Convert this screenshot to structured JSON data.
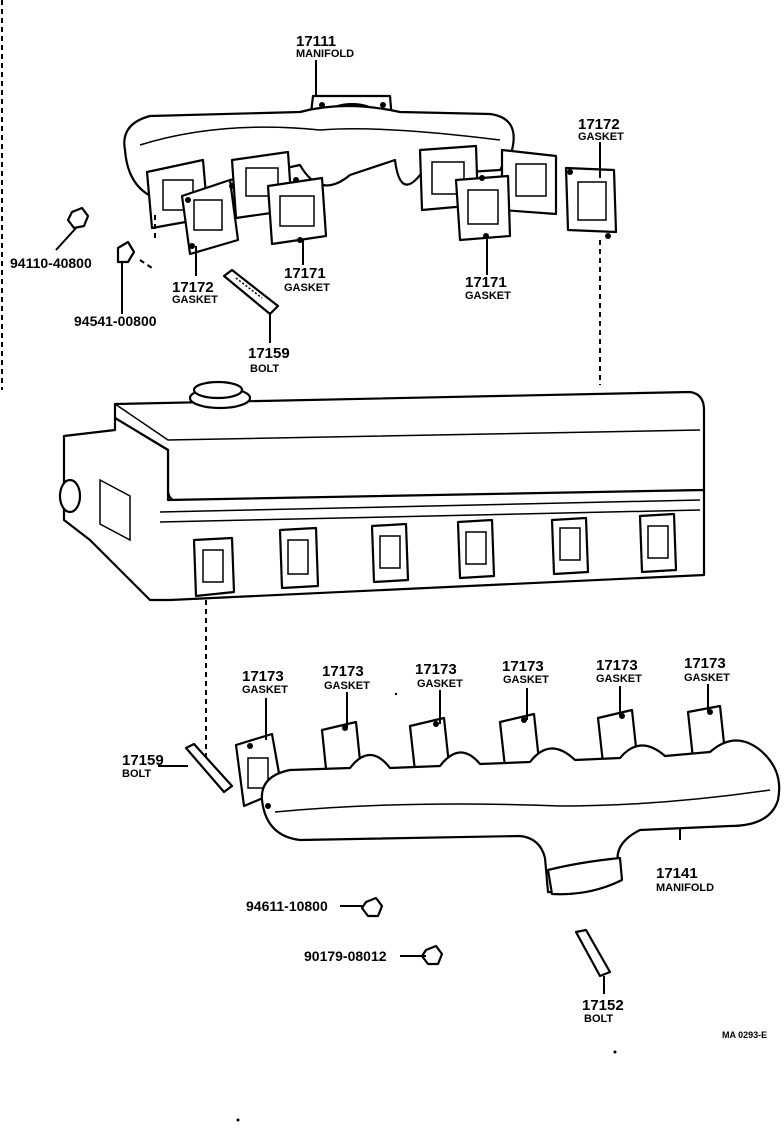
{
  "diagram_code": "MA 0293-E",
  "labels": {
    "manifold_top": {
      "part": "17111",
      "desc": "MANIFOLD"
    },
    "gasket_17172_right": {
      "part": "17172",
      "desc": "GASKET"
    },
    "nut_94110": {
      "part": "94110-40800"
    },
    "washer_94541": {
      "part": "94541-00800"
    },
    "gasket_17172_left": {
      "part": "17172",
      "desc": "GASKET"
    },
    "gasket_17171_a": {
      "part": "17171",
      "desc": "GASKET"
    },
    "gasket_17171_b": {
      "part": "17171",
      "desc": "GASKET"
    },
    "bolt_17159_top": {
      "part": "17159",
      "desc": "BOLT"
    },
    "gaskets_17173": [
      {
        "part": "17173",
        "desc": "GASKET"
      },
      {
        "part": "17173",
        "desc": "GASKET"
      },
      {
        "part": "17173",
        "desc": "GASKET"
      },
      {
        "part": "17173",
        "desc": "GASKET"
      },
      {
        "part": "17173",
        "desc": "GASKET"
      },
      {
        "part": "17173",
        "desc": "GASKET"
      }
    ],
    "bolt_17159_bottom": {
      "part": "17159",
      "desc": "BOLT"
    },
    "manifold_bottom": {
      "part": "17141",
      "desc": "MANIFOLD"
    },
    "nut_94611": {
      "part": "94611-10800"
    },
    "nut_90179": {
      "part": "90179-08012"
    },
    "bolt_17152": {
      "part": "17152",
      "desc": "BOLT"
    }
  }
}
